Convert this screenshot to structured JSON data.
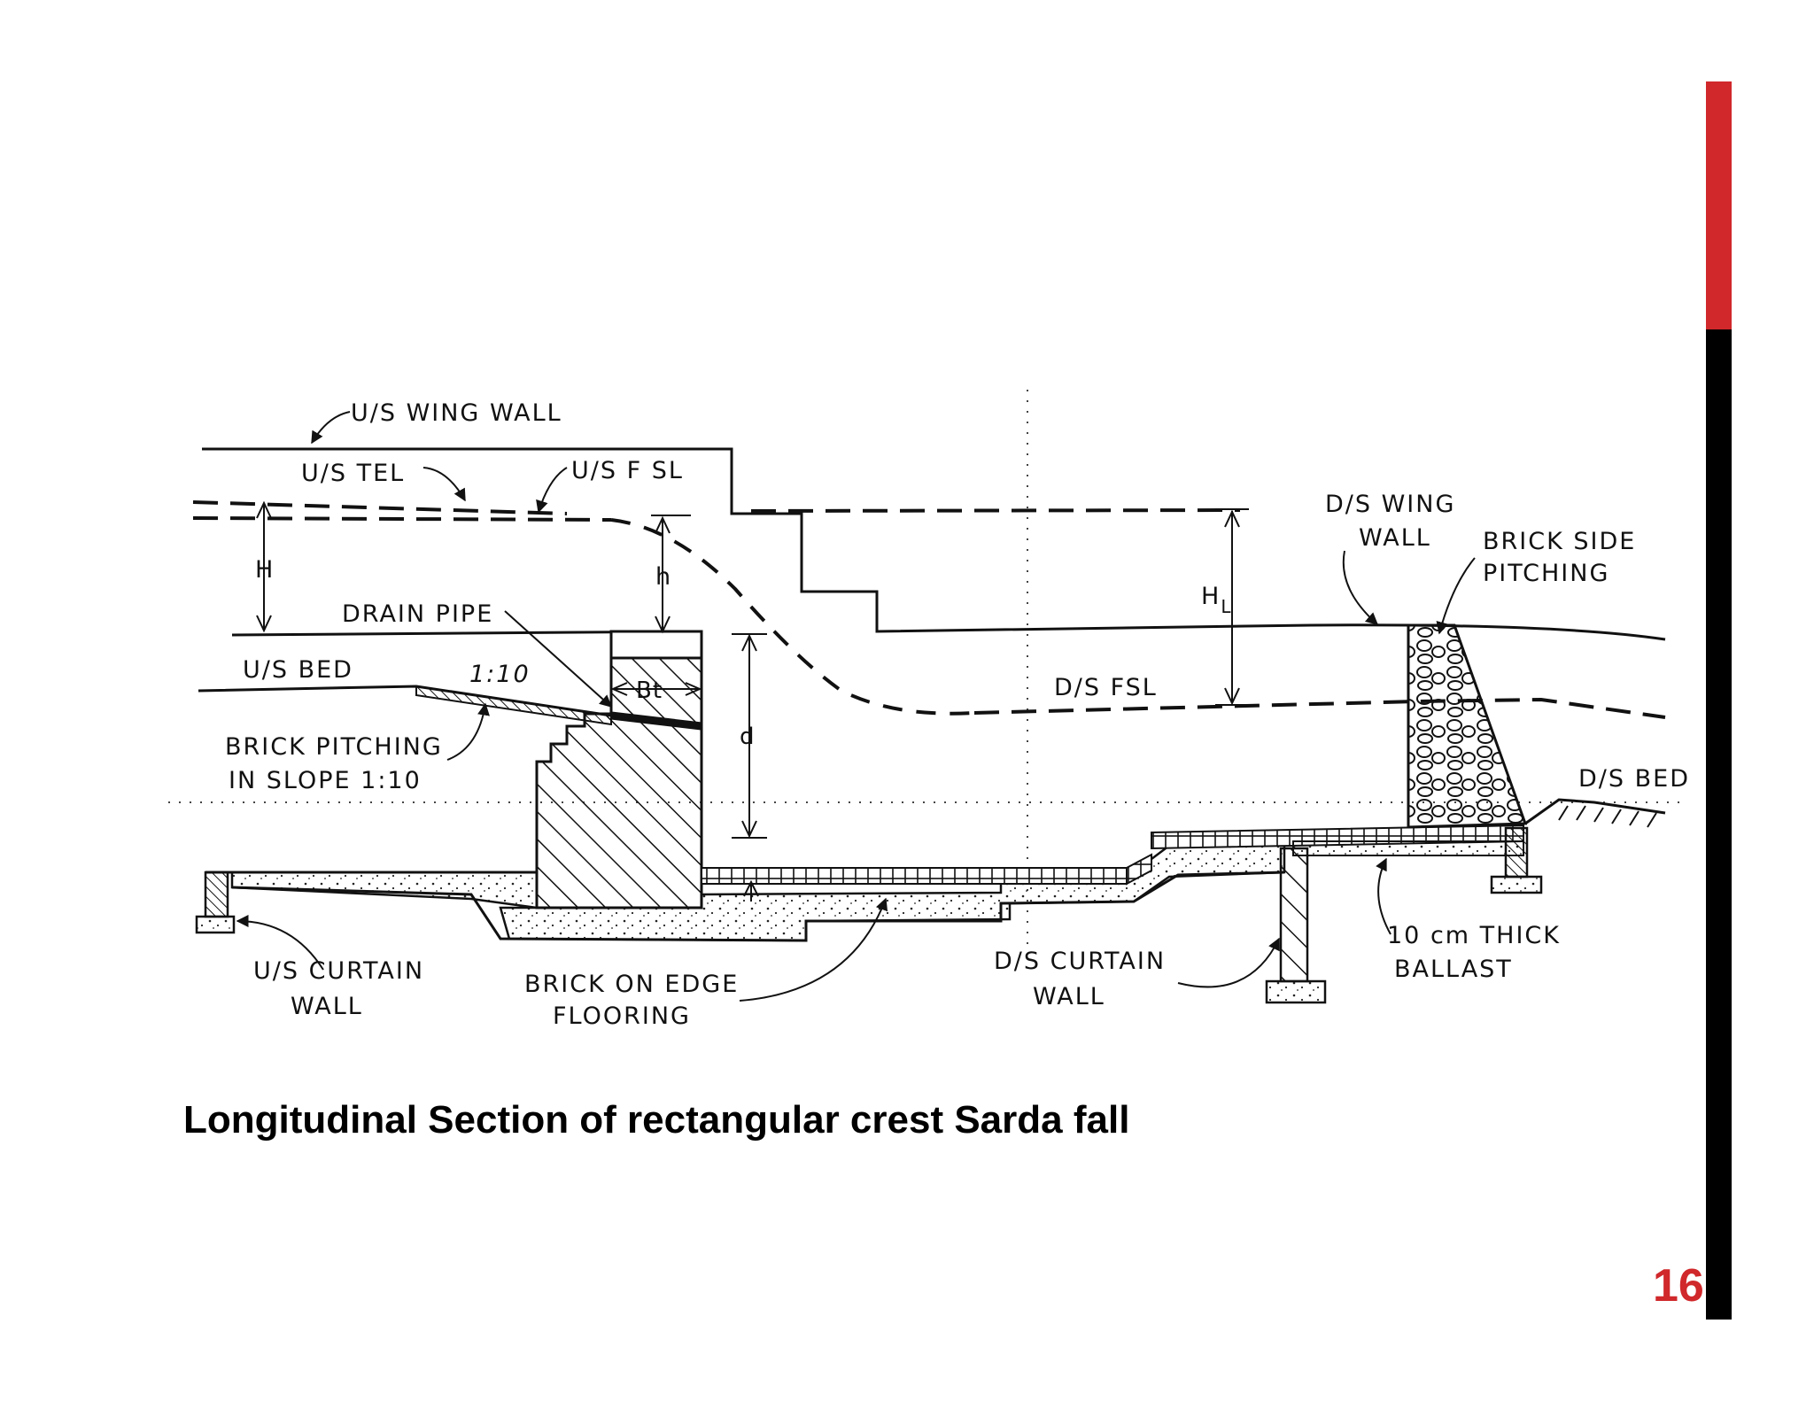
{
  "slide": {
    "caption": "Longitudinal Section of rectangular crest Sarda fall",
    "page_number": "16",
    "accent_color": "#d0282b",
    "bar_dark_color": "#000000"
  },
  "diagram": {
    "labels": {
      "us_wing_wall": "U/S WING WALL",
      "us_tel": "U/S TEL",
      "us_fsl": "U/S F SL",
      "h_upper": "H",
      "h_lower": "h",
      "drain_pipe": "DRAIN PIPE",
      "us_bed": "U/S BED",
      "slope_ratio": "1:10",
      "bt": "Bt",
      "brick_pitching_line1": "BRICK PITCHING",
      "brick_pitching_line2": "IN SLOPE 1:10",
      "d": "d",
      "hl_main": "H",
      "hl_sub": "L",
      "ds_fsl": "D/S FSL",
      "ds_wing_wall_line1": "D/S WING",
      "ds_wing_wall_line2": "WALL",
      "brick_side_line1": "BRICK SIDE",
      "brick_side_line2": "PITCHING",
      "ds_bed": "D/S BED",
      "us_curtain_line1": "U/S CURTAIN",
      "us_curtain_line2": "WALL",
      "brick_on_edge_line1": "BRICK ON EDGE",
      "brick_on_edge_line2": "FLOORING",
      "ds_curtain_line1": "D/S CURTAIN",
      "ds_curtain_line2": "WALL",
      "ballast_line1": "10 cm THICK",
      "ballast_line2": "BALLAST"
    }
  }
}
